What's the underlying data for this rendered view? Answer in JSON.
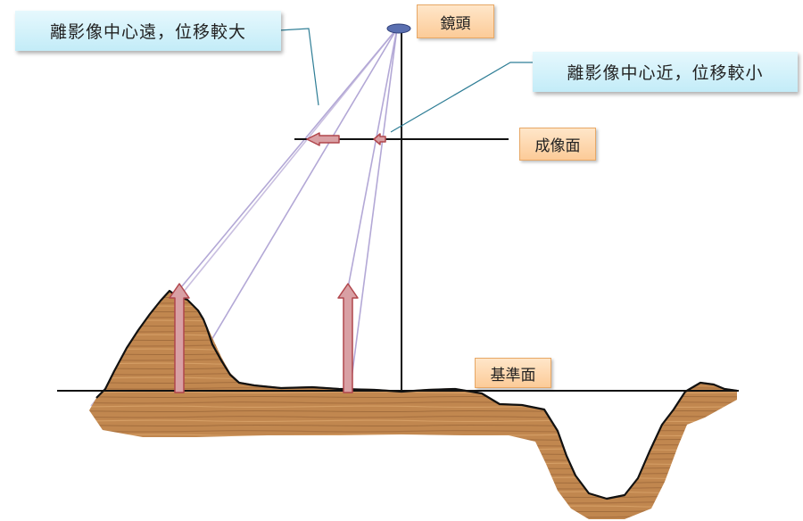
{
  "labels": {
    "far_from_center": "離影像中心遠，位移較大",
    "near_to_center": "離影像中心近，位移較小",
    "lens": "鏡頭",
    "image_plane": "成像面",
    "datum_plane": "基準面"
  },
  "colors": {
    "callout_blue": "#c3ecf8",
    "callout_orange": "#fccb98",
    "ray_line": "#b8b0d8",
    "arrow_fill": "#d9a0a4",
    "arrow_stroke": "#b0464c",
    "terrain": "#c1874f"
  }
}
